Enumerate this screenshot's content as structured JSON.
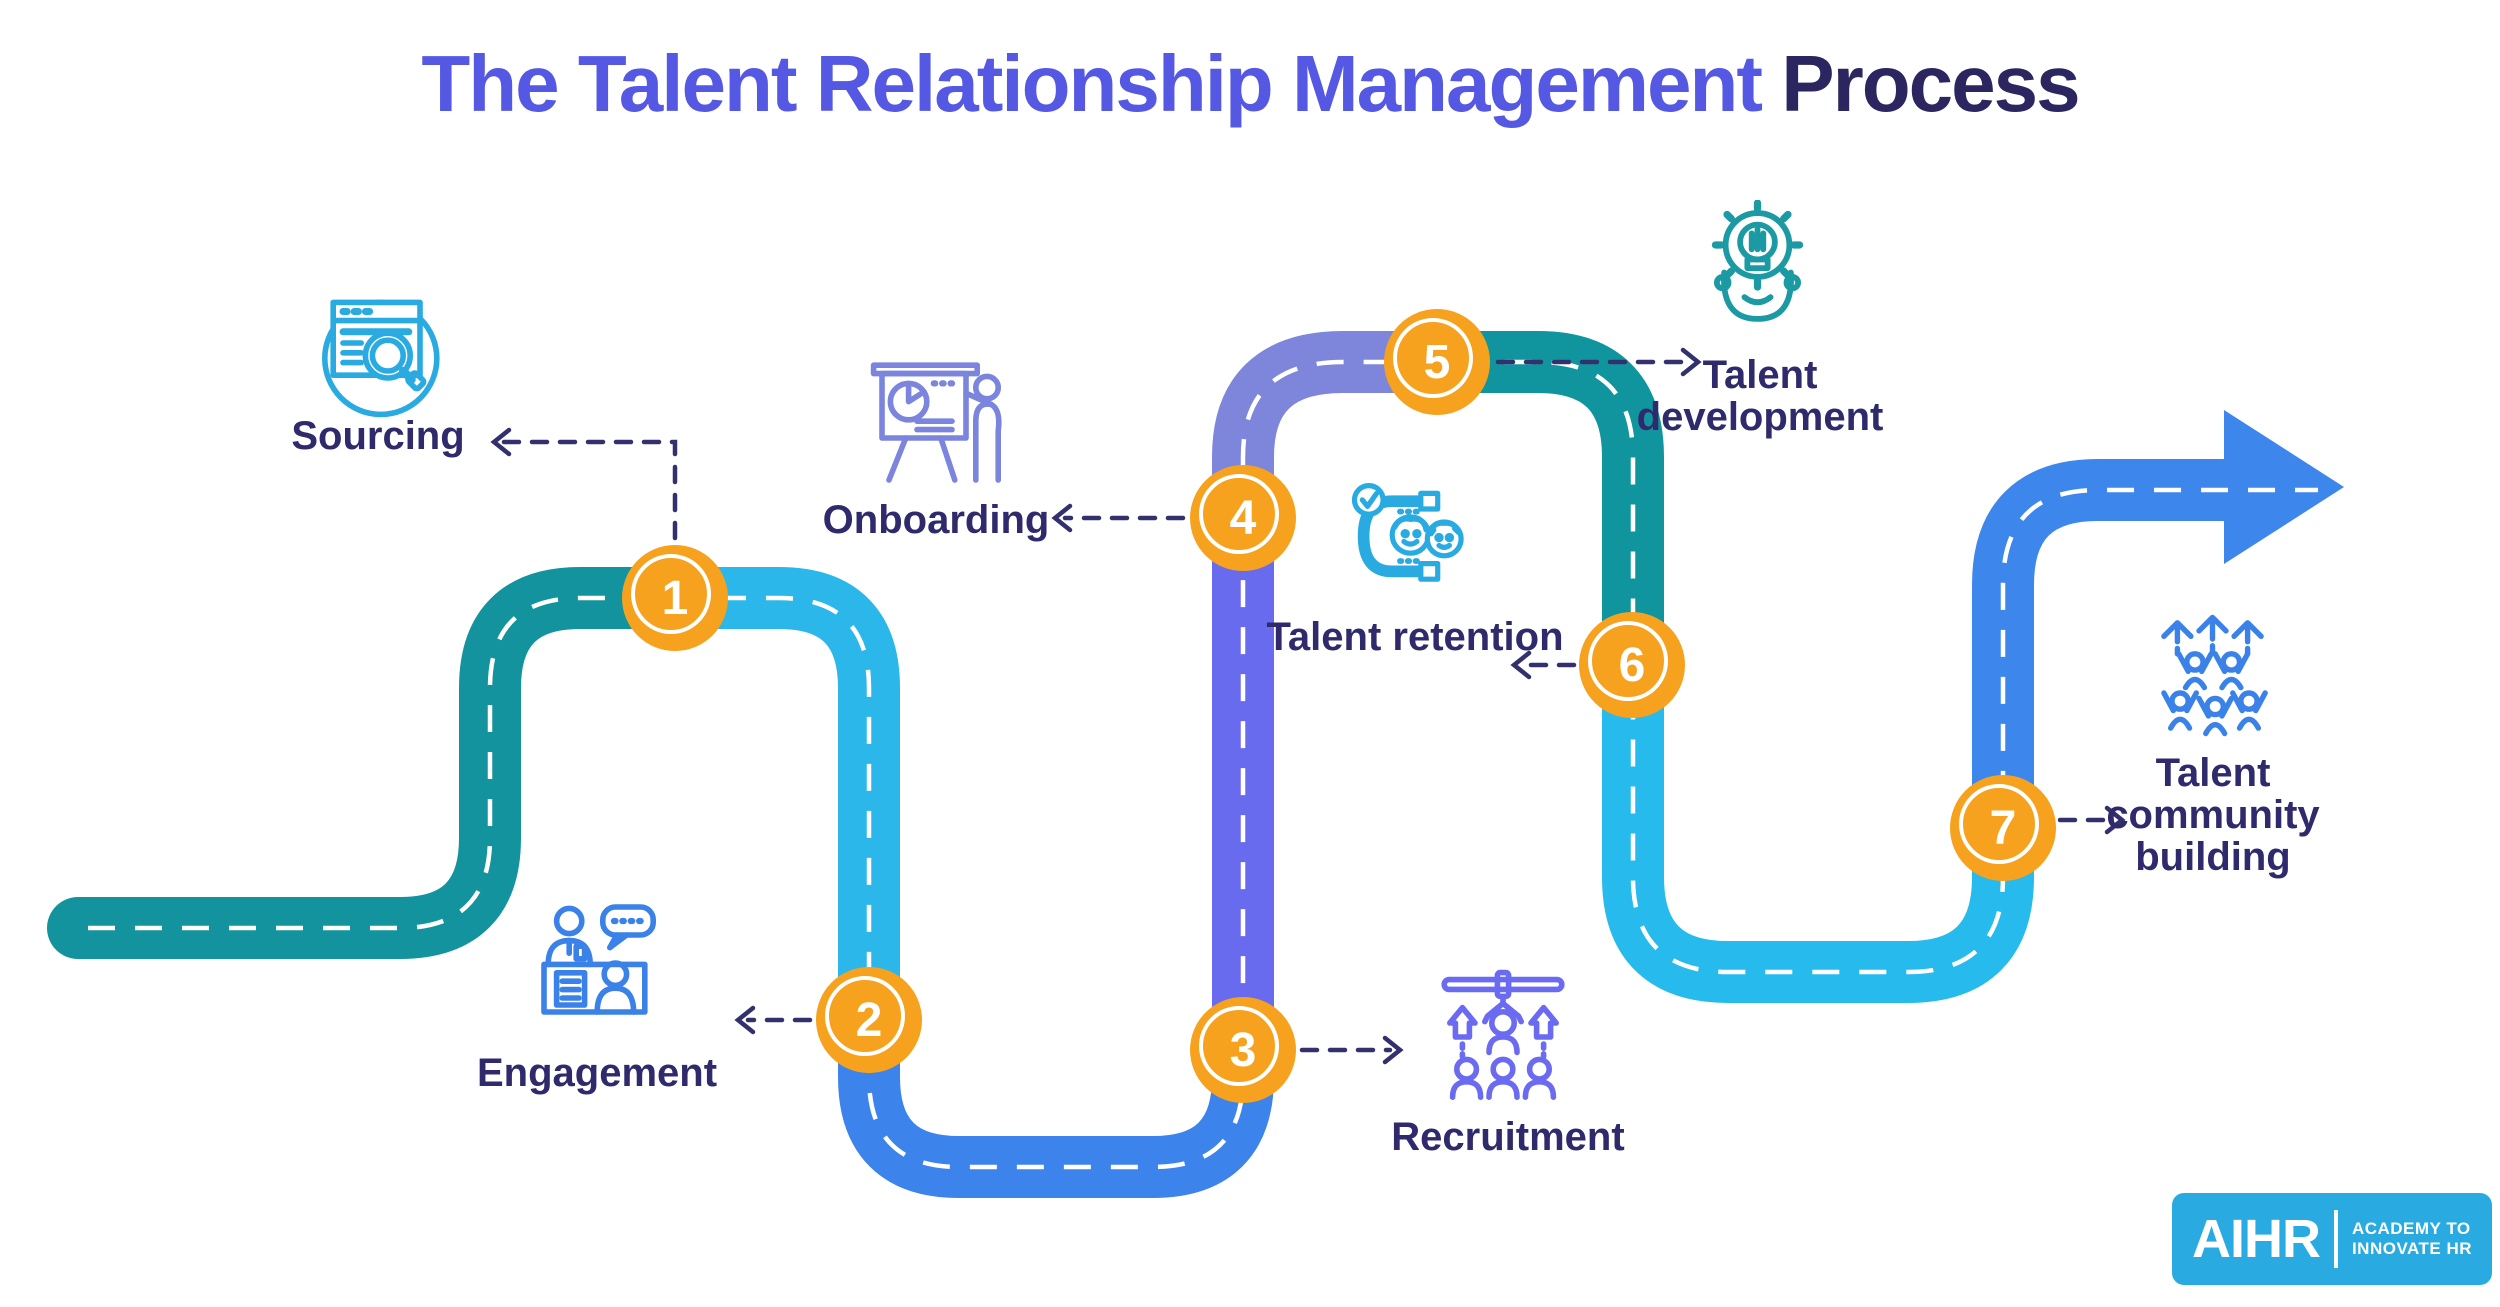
{
  "title": {
    "main": "The Talent Relationship Management",
    "highlight": "Process"
  },
  "steps": [
    {
      "number": "1",
      "label": "Sourcing"
    },
    {
      "number": "2",
      "label": "Engagement"
    },
    {
      "number": "3",
      "label": "Recruitment"
    },
    {
      "number": "4",
      "label": "Onboarding"
    },
    {
      "number": "5",
      "label": "Talent development"
    },
    {
      "number": "6",
      "label": "Talent retention"
    },
    {
      "number": "7",
      "label": "Talent community building"
    }
  ],
  "icons": [
    "browser-search-icon",
    "person-desk-chat-icon",
    "crane-people-icon",
    "presentation-board-icon",
    "head-lightbulb-gear-icon",
    "magnet-people-icon",
    "community-growth-icon"
  ],
  "palette": {
    "title_purple": "#5558E3",
    "title_navy": "#2B2660",
    "label_navy": "#2F2A6B",
    "node_orange": "#F6A21E",
    "road_teal": "#12939E",
    "road_cyan": "#2BB7E9",
    "road_blue": "#3D83EC",
    "road_indigo": "#696BEF",
    "road_periwinkle": "#7E86DC",
    "connector_navy": "#33306E",
    "logo_blue": "#29ABE2"
  },
  "logo": {
    "brand": "AIHR",
    "tagline_line1": "ACADEMY TO",
    "tagline_line2": "INNOVATE HR"
  }
}
